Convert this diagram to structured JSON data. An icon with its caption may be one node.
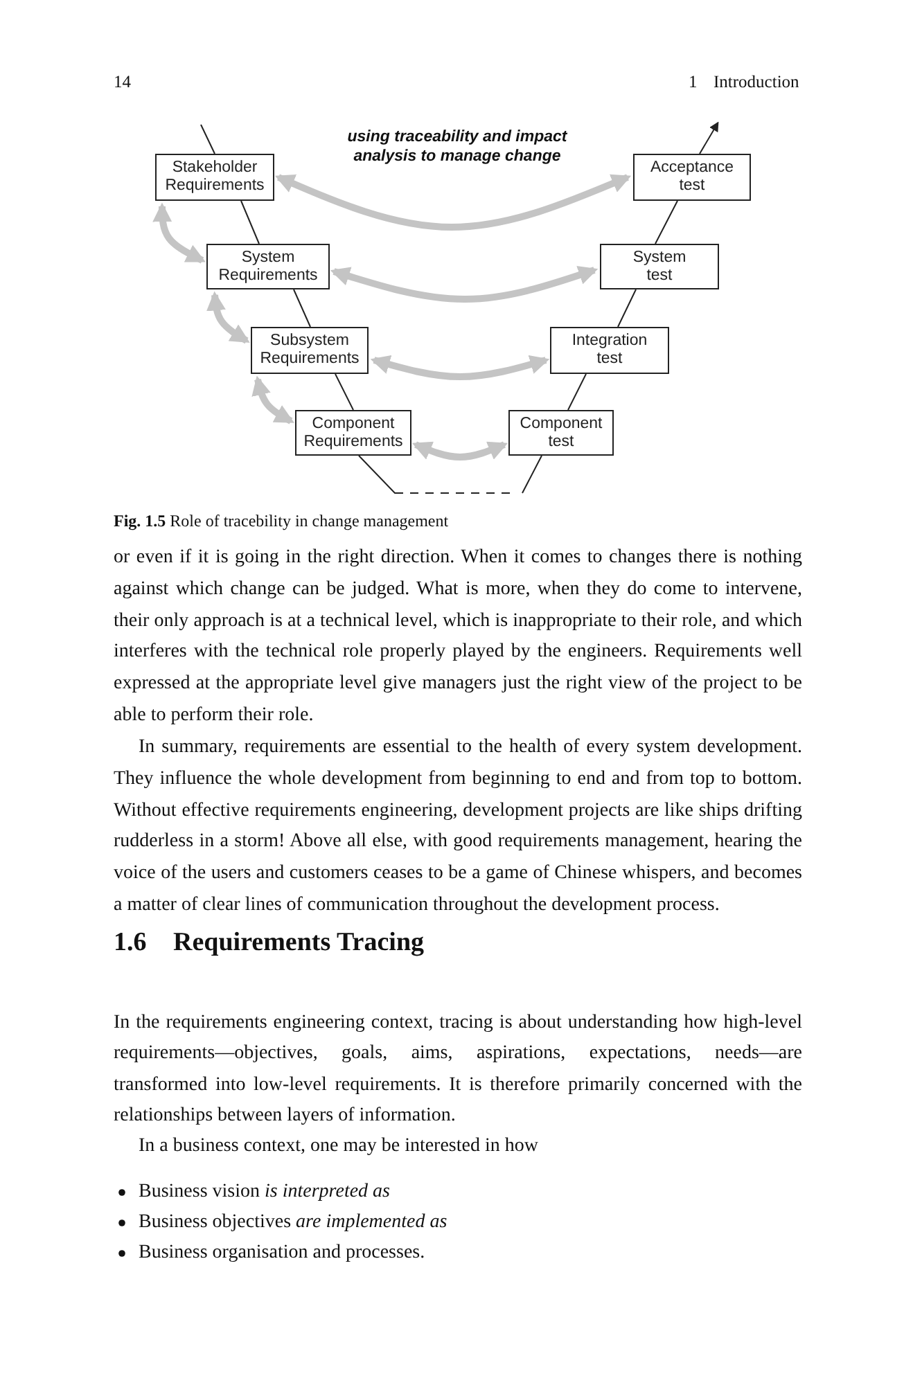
{
  "diagram": {
    "caption": "**Fig. 1.5** Role of tracebility in change management",
    "nodes": [
      {
        "text": [
          "Stakeholder Requirements"
        ]
      },
      {
        "text": [
          "System Requirements"
        ]
      },
      {
        "text": [
          "Subsystem Requirements"
        ]
      },
      {
        "text": [
          "Component Requirements"
        ]
      },
      {
        "text": [
          "Acceptance test"
        ]
      },
      {
        "text": [
          "System test"
        ]
      },
      {
        "text": [
          "Integration test"
        ]
      },
      {
        "text": [
          "Component test"
        ]
      }
    ],
    "edges": [
      {
        "from": null,
        "to": 0,
        "arrow": "none"
      },
      {
        "from": 0,
        "to": 1,
        "arrow": "none"
      },
      {
        "from": 1,
        "to": 2,
        "arrow": "none"
      },
      {
        "from": 2,
        "to": 3,
        "arrow": "none"
      },
      {
        "from": 3,
        "to": 7,
        "arrow": "none",
        "style": "dashed"
      },
      {
        "from": 7,
        "to": 6,
        "arrow": "none"
      },
      {
        "from": 6,
        "to": 5,
        "arrow": "none"
      },
      {
        "from": 5,
        "to": 4,
        "arrow": "none"
      },
      {
        "from": 4,
        "to": null,
        "arrow": "to"
      },
      {
        "from": 0,
        "to": 4,
        "arrow": "both",
        "style": "thick",
        "color": "#c4c4c4"
      },
      {
        "from": 1,
        "to": 5,
        "arrow": "both",
        "style": "thick",
        "color": "#c4c4c4"
      },
      {
        "from": 2,
        "to": 6,
        "arrow": "both",
        "style": "thick",
        "color": "#c4c4c4"
      },
      {
        "from": 3,
        "to": 7,
        "arrow": "both",
        "style": "thick",
        "color": "#c4c4c4"
      },
      {
        "from": 0,
        "to": 1,
        "arrow": "both",
        "style": "thick",
        "color": "#c4c4c4"
      },
      {
        "from": 1,
        "to": 2,
        "arrow": "both",
        "style": "thick",
        "color": "#c4c4c4"
      },
      {
        "from": 2,
        "to": 3,
        "arrow": "both",
        "style": "thick",
        "color": "#c4c4c4"
      }
    ],
    "labels": [
      "14",
      "1",
      "Introduction",
      "using traceability and impact analysis to manage change",
      "or even if it is going in the right direction. When it comes to changes there is nothing against which change can be judged. What is more, when they do come to intervene, their only approach is at a technical level, which is inappropriate to their role, and which interferes with the technical role properly played by the engineers. Requirements well expressed at the appropriate level give managers just the right view of the project to be able to perform their role.",
      "In summary, requirements are essential to the health of every system development. They influence the whole development from beginning to end and from top to bottom. Without effective requirements engineering, development projects are like ships drifting rudderless in a storm! Above all else, with good requirements management, hearing the voice of the users and customers ceases to be a game of Chinese whispers, and becomes a matter of clear lines of communication throughout the development process.",
      "1.6",
      "Requirements Tracing",
      "In the requirements engineering context, tracing is about understanding how high-level requirements—objectives, goals, aims, aspirations, expectations, needs—are transformed into low-level requirements. It is therefore primarily concerned with the relationships between layers of information.",
      "In a business context, one may be interested in how",
      "Business vision *is interpreted as*",
      "Business objectives *are implemented as*",
      "Business organisation and processes."
    ]
  }
}
